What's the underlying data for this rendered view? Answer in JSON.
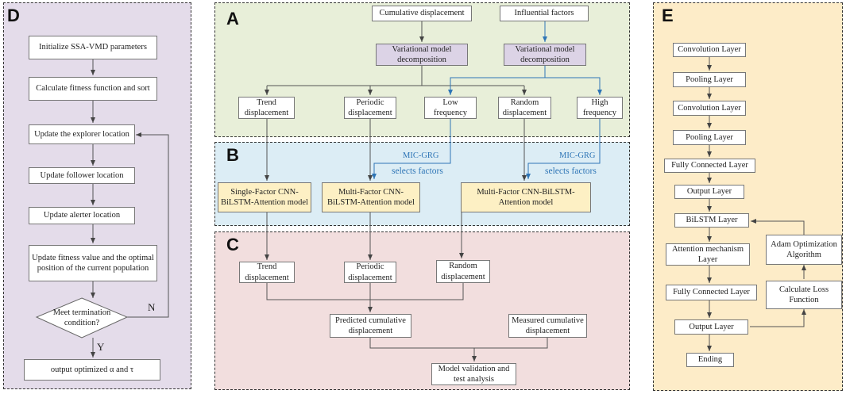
{
  "panel_labels": {
    "a": "A",
    "b": "B",
    "c": "C",
    "d": "D",
    "e": "E"
  },
  "panel_a": {
    "cumulative": "Cumulative displacement",
    "influential": "Influential factors",
    "vmd_left": "Variational model decomposition",
    "vmd_right": "Variational model decomposition",
    "trend": "Trend displacement",
    "periodic": "Periodic displacement",
    "low": "Low frequency",
    "random": "Random displacement",
    "high": "High frequency"
  },
  "panel_b": {
    "mic_left": "MIC-GRG",
    "selects_left": "selects  factors",
    "mic_right": "MIC-GRG",
    "selects_right": "selects  factors",
    "single_model": "Single-Factor CNN-BiLSTM-Attention model",
    "multi_model_1": "Multi-Factor CNN-BiLSTM-Attention model",
    "multi_model_2": "Multi-Factor CNN-BiLSTM-Attention model"
  },
  "panel_c": {
    "trend": "Trend displacement",
    "periodic": "Periodic displacement",
    "random": "Random displacement",
    "predicted": "Predicted cumulative displacement",
    "measured": "Measured cumulative displacement",
    "validation": "Model validation and test analysis"
  },
  "panel_d": {
    "init": "Initialize SSA-VMD parameters",
    "fitness": "Calculate fitness function and sort",
    "explorer": "Update the explorer location",
    "follower": "Update follower location",
    "alerter": "Update alerter location",
    "update_fitness": "Update fitness value and the optimal position of the current population",
    "decision": "Meet termination condition?",
    "no": "N",
    "yes": "Y",
    "output": "output optimized  α  and  τ"
  },
  "panel_e": {
    "conv1": "Convolution Layer",
    "pool1": "Pooling Layer",
    "conv2": "Convolution Layer",
    "pool2": "Pooling Layer",
    "fc1": "Fully Connected Layer",
    "out1": "Output Layer",
    "bilstm": "BiLSTM Layer",
    "attention": "Attention mechanism Layer",
    "fc2": "Fully Connected Layer",
    "out2": "Output Layer",
    "ending": "Ending",
    "adam": "Adam Optimization Algorithm",
    "loss": "Calculate Loss Function"
  },
  "colors": {
    "panel_a_bg": "#e8efd9",
    "panel_b_bg": "#dcedf5",
    "panel_c_bg": "#f2dede",
    "panel_d_bg": "#e4dcea",
    "panel_e_bg": "#fdecc8",
    "vmd_box": "#dcd3e6",
    "model_box": "#fdf0c4",
    "blue_arrow": "#2e75b6"
  }
}
